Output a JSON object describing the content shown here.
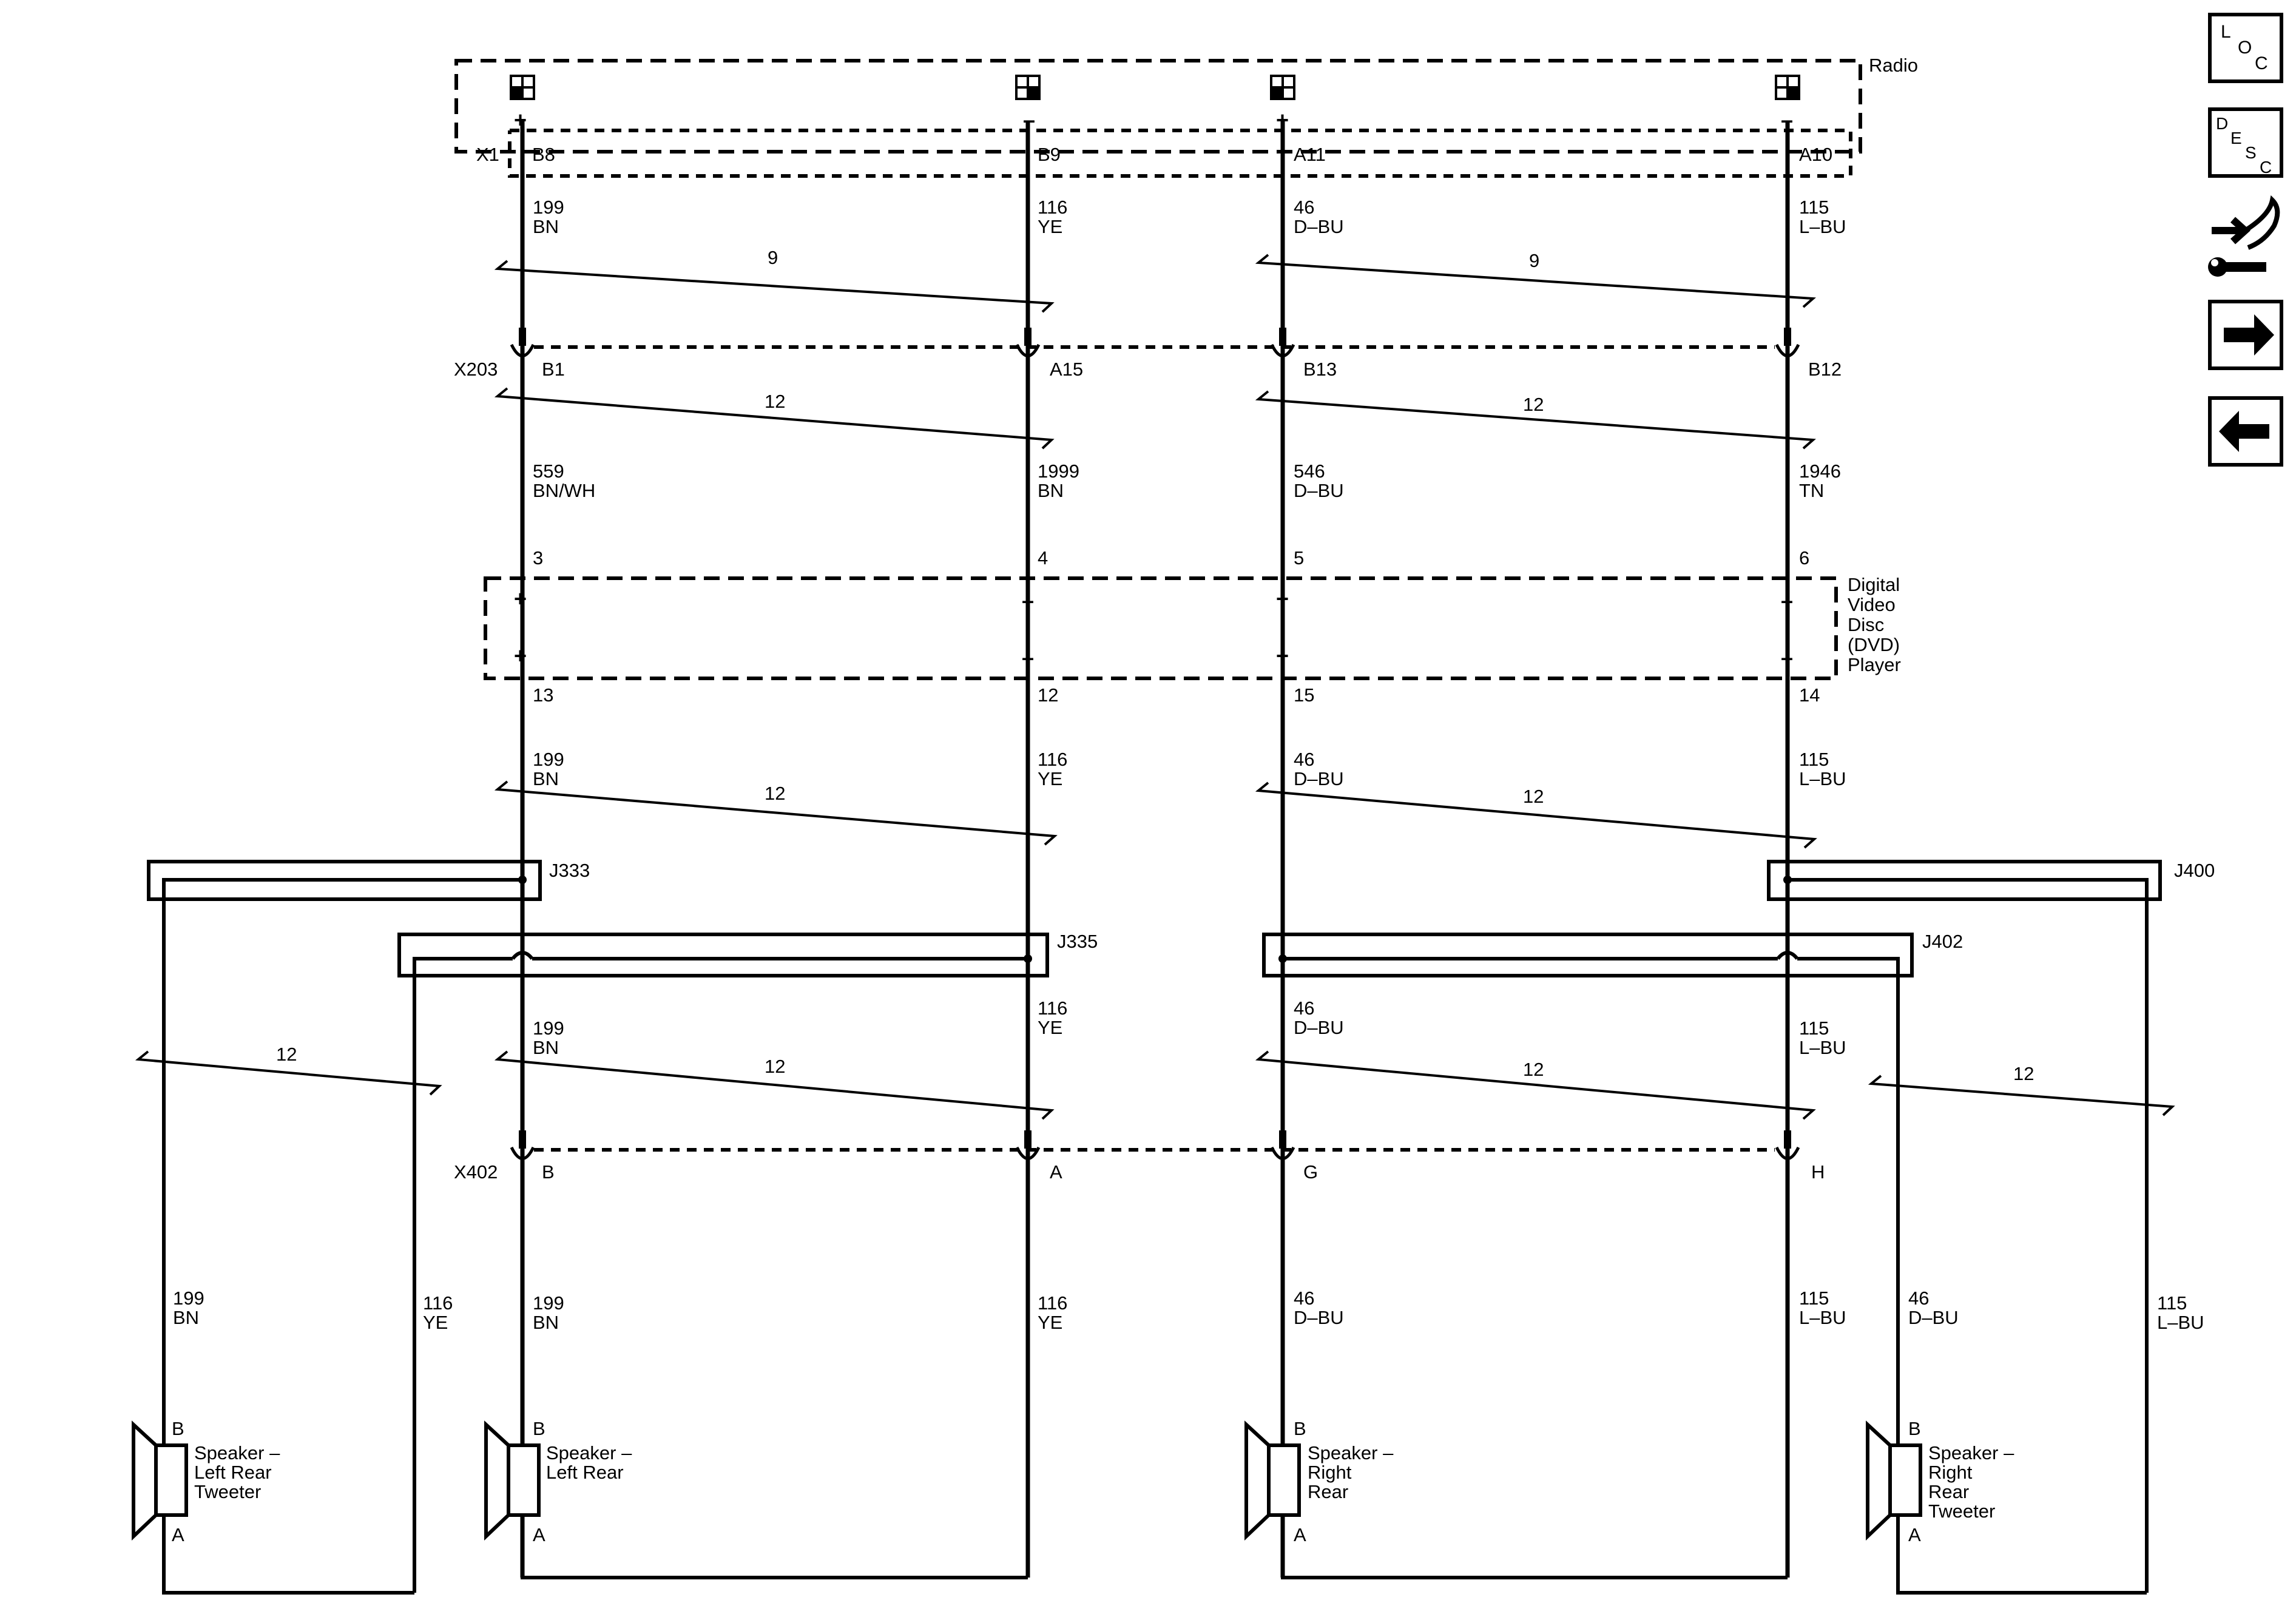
{
  "radio": {
    "label": "Radio",
    "connector": "X1",
    "pins": [
      "B8",
      "B9",
      "A11",
      "A10"
    ],
    "polarity": [
      "+",
      "–",
      "+",
      "–"
    ]
  },
  "x203": {
    "label": "X203",
    "pins": [
      "B1",
      "A15",
      "B13",
      "B12"
    ]
  },
  "dvd": {
    "label_lines": [
      "Digital",
      "Video",
      "Disc",
      "(DVD)",
      "Player"
    ],
    "in_pins": [
      "3",
      "4",
      "5",
      "6"
    ],
    "out_pins": [
      "13",
      "12",
      "15",
      "14"
    ],
    "polarity": [
      "+",
      "–",
      "+",
      "–"
    ]
  },
  "x402": {
    "label": "X402",
    "pins": [
      "B",
      "A",
      "G",
      "H"
    ]
  },
  "splices": {
    "j333": "J333",
    "j335": "J335",
    "j400": "J400",
    "j402": "J402"
  },
  "wires": {
    "radio_out": [
      {
        "circuit": "199",
        "color": "BN"
      },
      {
        "circuit": "116",
        "color": "YE"
      },
      {
        "circuit": "46",
        "color": "D–BU"
      },
      {
        "circuit": "115",
        "color": "L–BU"
      }
    ],
    "x203_to_dvd": [
      {
        "circuit": "559",
        "color": "BN/WH"
      },
      {
        "circuit": "1999",
        "color": "BN"
      },
      {
        "circuit": "546",
        "color": "D–BU"
      },
      {
        "circuit": "1946",
        "color": "TN"
      }
    ],
    "dvd_out": [
      {
        "circuit": "199",
        "color": "BN"
      },
      {
        "circuit": "116",
        "color": "YE"
      },
      {
        "circuit": "46",
        "color": "D–BU"
      },
      {
        "circuit": "115",
        "color": "L–BU"
      }
    ],
    "to_x402": [
      {
        "circuit": "199",
        "color": "BN"
      },
      {
        "circuit": "116",
        "color": "YE"
      },
      {
        "circuit": "46",
        "color": "D–BU"
      },
      {
        "circuit": "115",
        "color": "L–BU"
      }
    ],
    "speaker_feeds": [
      {
        "circuit": "199",
        "color": "BN"
      },
      {
        "circuit": "116",
        "color": "YE"
      },
      {
        "circuit": "199",
        "color": "BN"
      },
      {
        "circuit": "116",
        "color": "YE"
      },
      {
        "circuit": "46",
        "color": "D–BU"
      },
      {
        "circuit": "115",
        "color": "L–BU"
      },
      {
        "circuit": "46",
        "color": "D–BU"
      },
      {
        "circuit": "115",
        "color": "L–BU"
      }
    ]
  },
  "twists": {
    "radio_left": "9",
    "radio_right": "9",
    "x203_left": "12",
    "x203_right": "12",
    "dvd_left": "12",
    "dvd_right": "12",
    "x402_left": "12",
    "x402_right": "12",
    "tweeter_left": "12",
    "tweeter_right": "12"
  },
  "speakers": [
    {
      "name_lines": [
        "Speaker –",
        "Left Rear",
        "Tweeter"
      ],
      "pin_b": "B",
      "pin_a": "A"
    },
    {
      "name_lines": [
        "Speaker –",
        "Left Rear"
      ],
      "pin_b": "B",
      "pin_a": "A"
    },
    {
      "name_lines": [
        "Speaker –",
        "Right",
        "Rear"
      ],
      "pin_b": "B",
      "pin_a": "A"
    },
    {
      "name_lines": [
        "Speaker –",
        "Right",
        "Rear",
        "Tweeter"
      ],
      "pin_b": "B",
      "pin_a": "A"
    }
  ],
  "nav": {
    "loc": [
      "L",
      "O",
      "C"
    ],
    "desc": [
      "D",
      "E",
      "S",
      "C"
    ],
    "icons": [
      "connector-wrench-icon",
      "arrow-right-icon",
      "arrow-left-icon"
    ]
  }
}
